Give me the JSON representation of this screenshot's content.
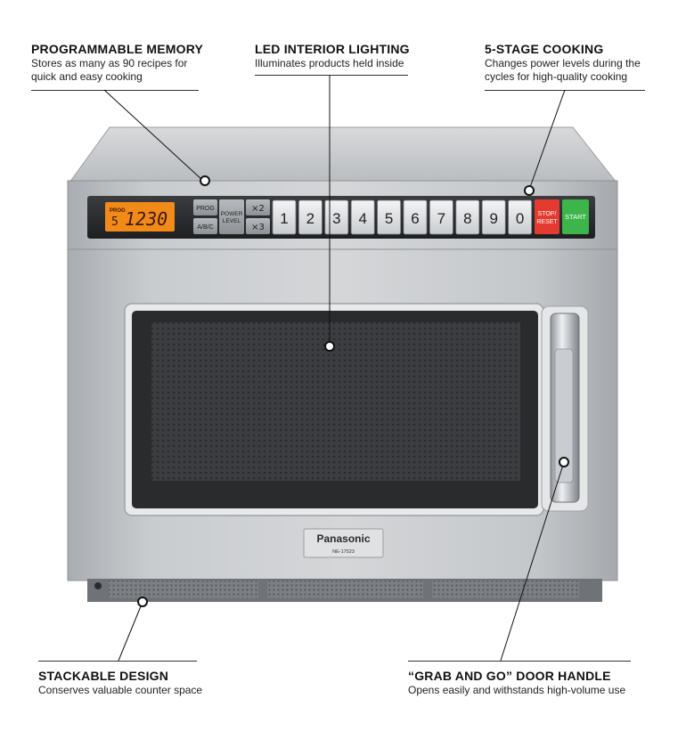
{
  "callouts": {
    "programmable_memory": {
      "title": "PROGRAMMABLE MEMORY",
      "desc": "Stores as many as 90 recipes for\nquick and easy cooking"
    },
    "led_lighting": {
      "title": "LED INTERIOR LIGHTING",
      "desc": "Illuminates products held inside"
    },
    "five_stage": {
      "title": "5-STAGE COOKING",
      "desc": "Changes power levels during the\ncycles for high-quality cooking"
    },
    "stackable": {
      "title": "STACKABLE DESIGN",
      "desc": "Conserves valuable counter space"
    },
    "door_handle": {
      "title": "“GRAB AND GO” DOOR HANDLE",
      "desc": "Opens easily and withstands high-volume use"
    }
  },
  "microwave": {
    "display": {
      "prog_label": "PROG",
      "prog_value": "5",
      "time": "1230",
      "colon": "12:30"
    },
    "buttons": {
      "prog": "PROG",
      "abc": "A/B/C",
      "power_level": [
        "POWER",
        "LEVEL"
      ],
      "x2": "×2",
      "x3": "×3",
      "digits": [
        "1",
        "2",
        "3",
        "4",
        "5",
        "6",
        "7",
        "8",
        "9",
        "0"
      ],
      "stop_reset": [
        "STOP/",
        "RESET"
      ],
      "start": "START"
    },
    "brand": "Panasonic",
    "model": "NE-17523",
    "colors": {
      "stop": "#e53a2f",
      "start": "#3db54a",
      "display": "#f28a1a"
    }
  }
}
